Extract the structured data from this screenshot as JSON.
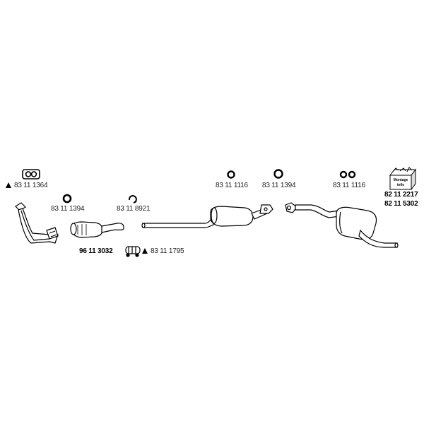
{
  "parts": [
    {
      "id": "p1",
      "number": "83 11 1364",
      "warning": true
    },
    {
      "id": "p2",
      "number": "83 11 1394",
      "warning": false
    },
    {
      "id": "p3",
      "number": "83 11 8921",
      "warning": false
    },
    {
      "id": "p4",
      "number": "83 11 1116",
      "warning": false
    },
    {
      "id": "p5",
      "number": "83 11 1394",
      "warning": false
    },
    {
      "id": "p6",
      "number": "83 11 1116",
      "warning": false
    },
    {
      "id": "p7",
      "number": "82 11 2217",
      "warning": false
    },
    {
      "id": "p8",
      "number": "82 11 5302",
      "warning": false
    },
    {
      "id": "p9",
      "number": "96 11 3032",
      "warning": false
    },
    {
      "id": "p10",
      "number": "83 11 1795",
      "warning": true
    }
  ],
  "kit_box_label_line1": "Montage",
  "kit_box_label_line2": "teile"
}
